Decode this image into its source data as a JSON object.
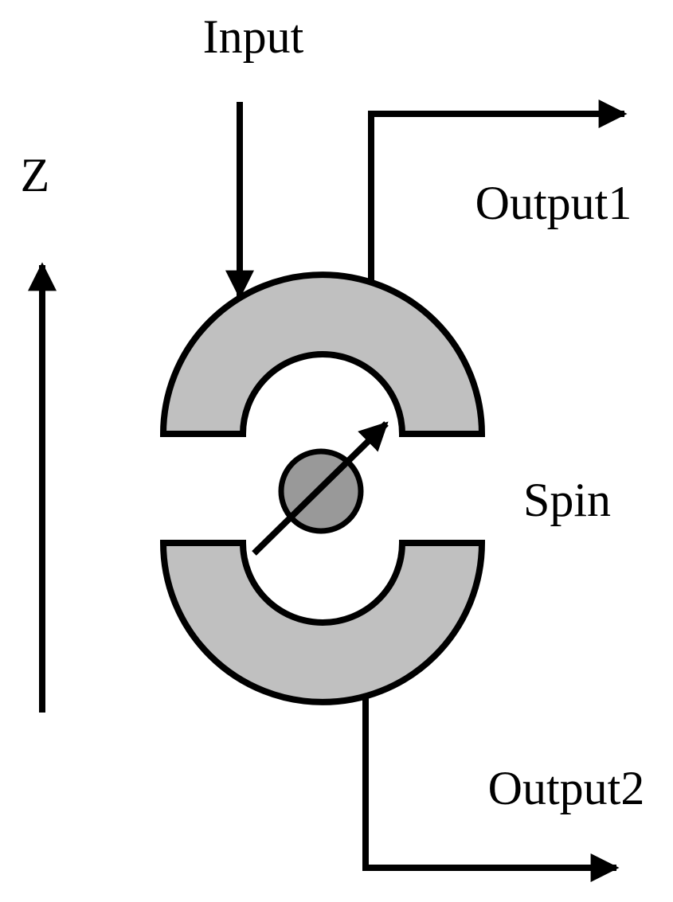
{
  "labels": {
    "input": "Input",
    "z_axis": "Z",
    "output1": "Output1",
    "spin": "Spin",
    "output2": "Output2"
  },
  "colors": {
    "stroke": "#000000",
    "resonator_fill": "#c0c0c0",
    "spin_fill": "#999999",
    "background": "#ffffff"
  }
}
